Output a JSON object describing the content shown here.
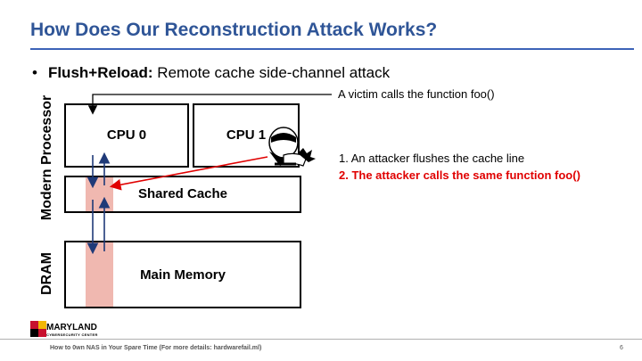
{
  "slide": {
    "title": "How Does Our Reconstruction Attack Works?",
    "bullet": {
      "marker": "•",
      "term": "Flush+Reload:",
      "text": " Remote cache side-channel attack"
    },
    "side_labels": {
      "processor": "Modern Processor",
      "dram": "DRAM"
    },
    "boxes": {
      "cpu0": "CPU 0",
      "cpu1": "CPU 1",
      "shared_cache": "Shared Cache",
      "main_memory": "Main Memory"
    },
    "notes": {
      "victim": "A victim calls the function foo()",
      "step1": "1. An attacker flushes the cache line",
      "step2": "2. The attacker calls the same function foo()"
    },
    "footer": {
      "text": "How to 0wn NAS in Your Spare Time (For more details: hardwarefail.ml)",
      "page": "6",
      "logo": "MARYLAND",
      "logo_sub": "CYBERSECURITY CENTER"
    },
    "colors": {
      "title": "#2f5597",
      "rule": "#3c63b8",
      "highlight": "#f0b8b0",
      "arrow_blue": "#1f3a78",
      "arrow_red": "#e00000",
      "logo_red": "#c8102e"
    }
  }
}
